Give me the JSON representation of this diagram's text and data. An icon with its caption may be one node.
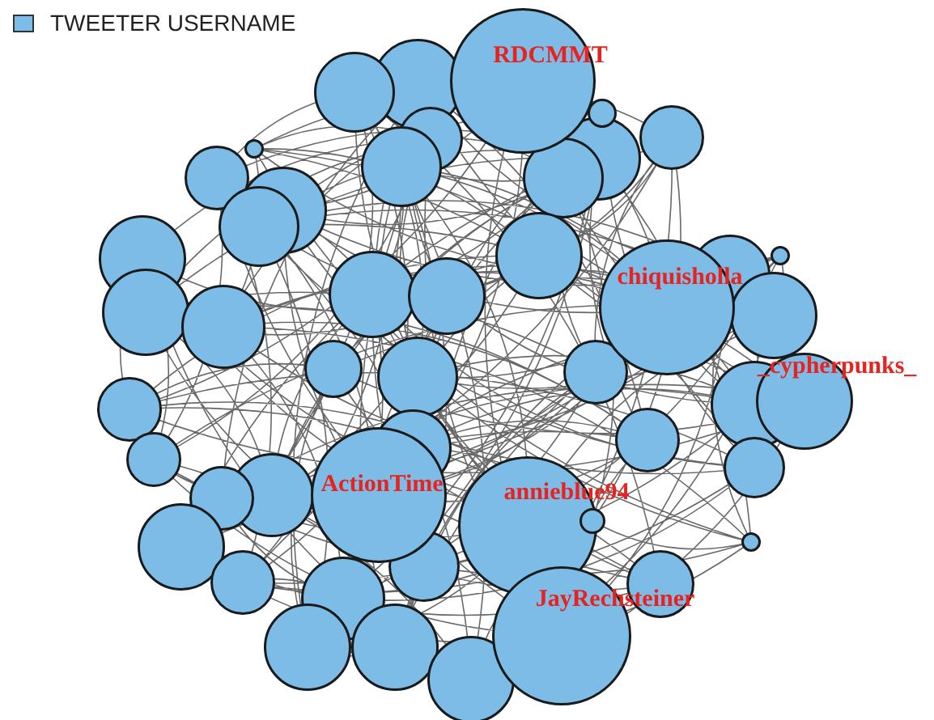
{
  "diagram": {
    "nodes": [
      {
        "text": [
          "RDCMMT"
        ]
      },
      {
        "text": [],
        "shape": "circle"
      },
      {
        "text": [],
        "shape": "circle"
      },
      {
        "text": [],
        "shape": "circle"
      },
      {
        "text": [],
        "shape": "circle"
      },
      {
        "text": [],
        "shape": "circle"
      },
      {
        "text": [],
        "shape": "circle"
      },
      {
        "text": [],
        "shape": "circle"
      },
      {
        "text": [],
        "shape": "circle"
      },
      {
        "text": [],
        "shape": "circle"
      },
      {
        "text": [],
        "shape": "circle"
      },
      {
        "text": [],
        "shape": "circle"
      },
      {
        "text": [],
        "shape": "circle"
      },
      {
        "text": [],
        "shape": "circle"
      },
      {
        "text": [],
        "shape": "circle"
      },
      {
        "text": [],
        "shape": "circle"
      },
      {
        "text": [],
        "shape": "circle"
      },
      {
        "text": [],
        "shape": "circle"
      },
      {
        "text": [],
        "shape": "circle"
      },
      {
        "text": [
          "chiquisholla"
        ]
      },
      {
        "text": [],
        "shape": "circle"
      },
      {
        "text": [],
        "shape": "circle"
      },
      {
        "text": [],
        "shape": "circle"
      },
      {
        "text": [],
        "shape": "circle"
      },
      {
        "text": [],
        "shape": "circle"
      },
      {
        "text": [],
        "shape": "circle"
      },
      {
        "text": [
          "_cypherpunks_"
        ]
      },
      {
        "text": [],
        "shape": "circle"
      },
      {
        "text": [],
        "shape": "circle"
      },
      {
        "text": [],
        "shape": "circle"
      },
      {
        "text": [],
        "shape": "circle"
      },
      {
        "text": [],
        "shape": "circle"
      },
      {
        "text": [],
        "shape": "circle"
      },
      {
        "text": [
          "ActionTime"
        ]
      },
      {
        "text": [],
        "shape": "circle"
      },
      {
        "text": [],
        "shape": "circle"
      },
      {
        "text": [
          "annieblue94"
        ]
      },
      {
        "text": [],
        "shape": "circle"
      },
      {
        "text": [],
        "shape": "circle"
      },
      {
        "text": [],
        "shape": "circle"
      },
      {
        "text": [],
        "shape": "circle"
      },
      {
        "text": [],
        "shape": "circle"
      },
      {
        "text": [],
        "shape": "circle"
      },
      {
        "text": [],
        "shape": "circle"
      },
      {
        "text": [
          "JayRechsteiner"
        ]
      },
      {
        "text": [],
        "shape": "circle"
      },
      {
        "text": [],
        "shape": "circle"
      },
      {
        "text": [],
        "shape": "circle"
      }
    ],
    "legend": [
      {
        "text": "TWEETER USERNAME",
        "color": "#7dbce6"
      }
    ]
  }
}
